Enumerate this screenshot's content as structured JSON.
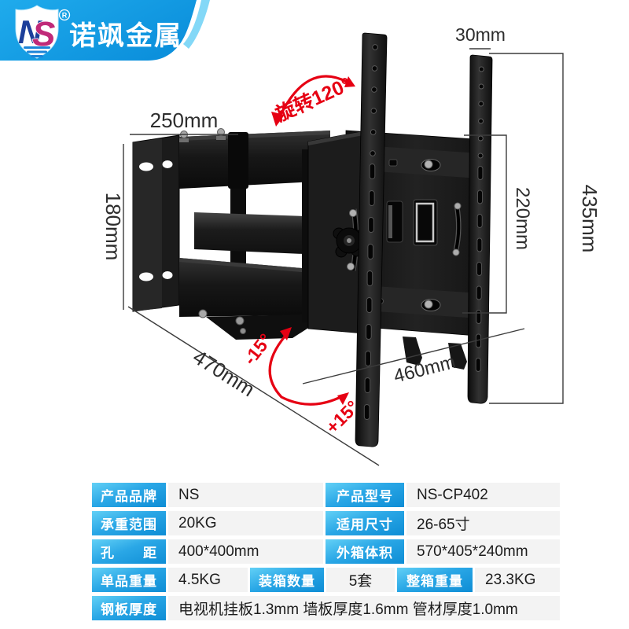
{
  "brand": {
    "logo_n": "N",
    "logo_s": "S",
    "registered": "R",
    "company_name": "诺飒金属"
  },
  "colors": {
    "banner_blue": "#16a5ea",
    "banner_blue_deep": "#0c90dc",
    "accent_stripe": "#83d8f7",
    "annotation_red": "#e60013",
    "dim_line": "#3c3c3c",
    "label_blue_top": "#62d0f6",
    "label_blue_bottom": "#0e8dd5",
    "value_bg": "#f3f3f3"
  },
  "annotations": {
    "arm_length": "250mm",
    "plate_height": "180mm",
    "rail_offset": "30mm",
    "rail_height": "435mm",
    "vesa_height": "220mm",
    "rail_span": "460mm",
    "extension": "470mm",
    "rotation": "旋转120°",
    "tilt_up": "-15°",
    "tilt_down": "+15°"
  },
  "spec_table": {
    "rows": [
      {
        "cells": [
          {
            "type": "label",
            "text": "产品品牌"
          },
          {
            "type": "value",
            "text": "NS"
          },
          {
            "type": "label",
            "text": "产品型号"
          },
          {
            "type": "value",
            "text": "NS-CP402"
          }
        ]
      },
      {
        "cells": [
          {
            "type": "label",
            "text": "承重范围"
          },
          {
            "type": "value",
            "text": "20KG"
          },
          {
            "type": "label",
            "text": "适用尺寸"
          },
          {
            "type": "value",
            "text": "26-65寸"
          }
        ]
      },
      {
        "cells": [
          {
            "type": "label",
            "text": "孔　　距"
          },
          {
            "type": "value",
            "text": "400*400mm"
          },
          {
            "type": "label",
            "text": "外箱体积"
          },
          {
            "type": "value",
            "text": "570*405*240mm"
          }
        ]
      },
      {
        "cells": [
          {
            "type": "label",
            "text": "单品重量"
          },
          {
            "type": "value",
            "text": "4.5KG"
          },
          {
            "type": "label",
            "text": "装箱数量"
          },
          {
            "type": "value",
            "text": "5套"
          },
          {
            "type": "label",
            "text": "整箱重量"
          },
          {
            "type": "value",
            "text": "23.3KG"
          }
        ]
      },
      {
        "cells": [
          {
            "type": "label",
            "text": "钢板厚度"
          },
          {
            "type": "value",
            "text": "电视机挂板1.3mm 墙板厚度1.6mm 管材厚度1.0mm"
          }
        ]
      }
    ]
  }
}
